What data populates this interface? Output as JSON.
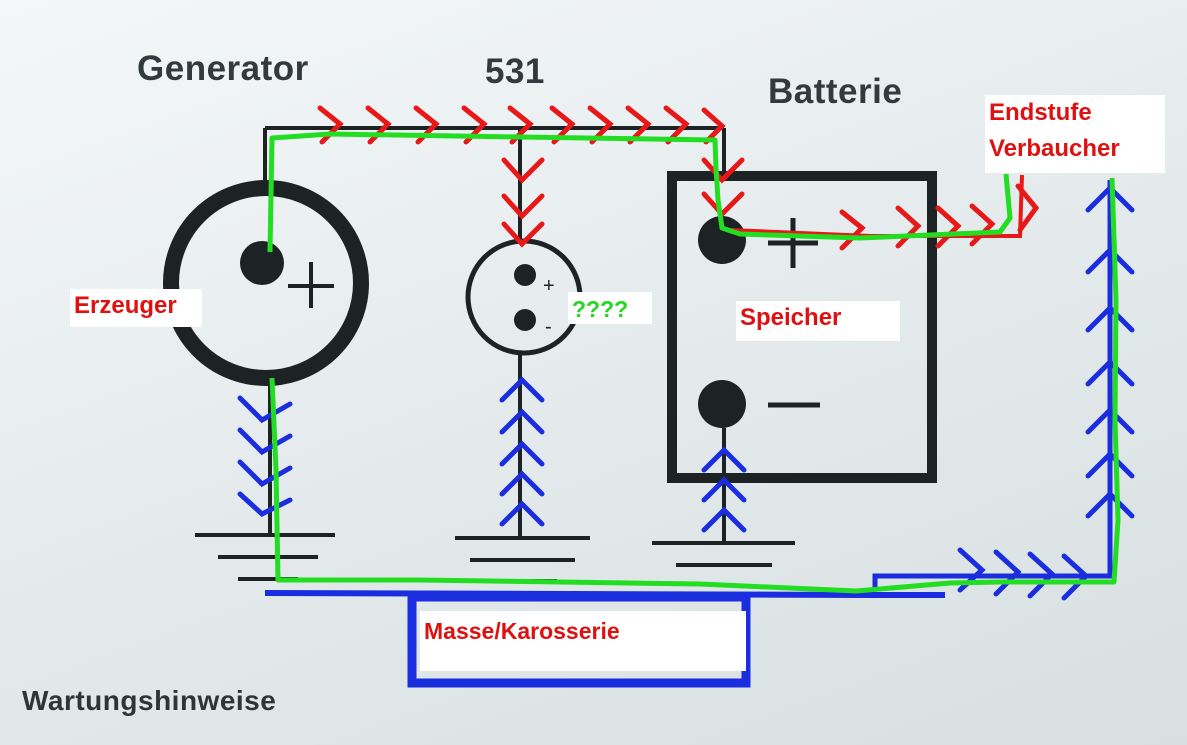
{
  "labels": {
    "generator": "Generator",
    "relay": "531",
    "battery": "Batterie",
    "maintenance": "Wartungshinweise",
    "plus_small": "+",
    "minus_small": "-"
  },
  "annotations": {
    "producer": "Erzeuger",
    "unknown": "????",
    "storage": "Speicher",
    "consumer_line1": "Endstufe",
    "consumer_line2": "Verbaucher",
    "ground": "Masse/Karosserie"
  },
  "colors": {
    "current_positive": "#e81818",
    "current_ground": "#1a2ee0",
    "circuit_path": "#22dd22",
    "print": "#1d2224",
    "annotation_text": "#e01010",
    "unknown_text": "#22d822"
  }
}
